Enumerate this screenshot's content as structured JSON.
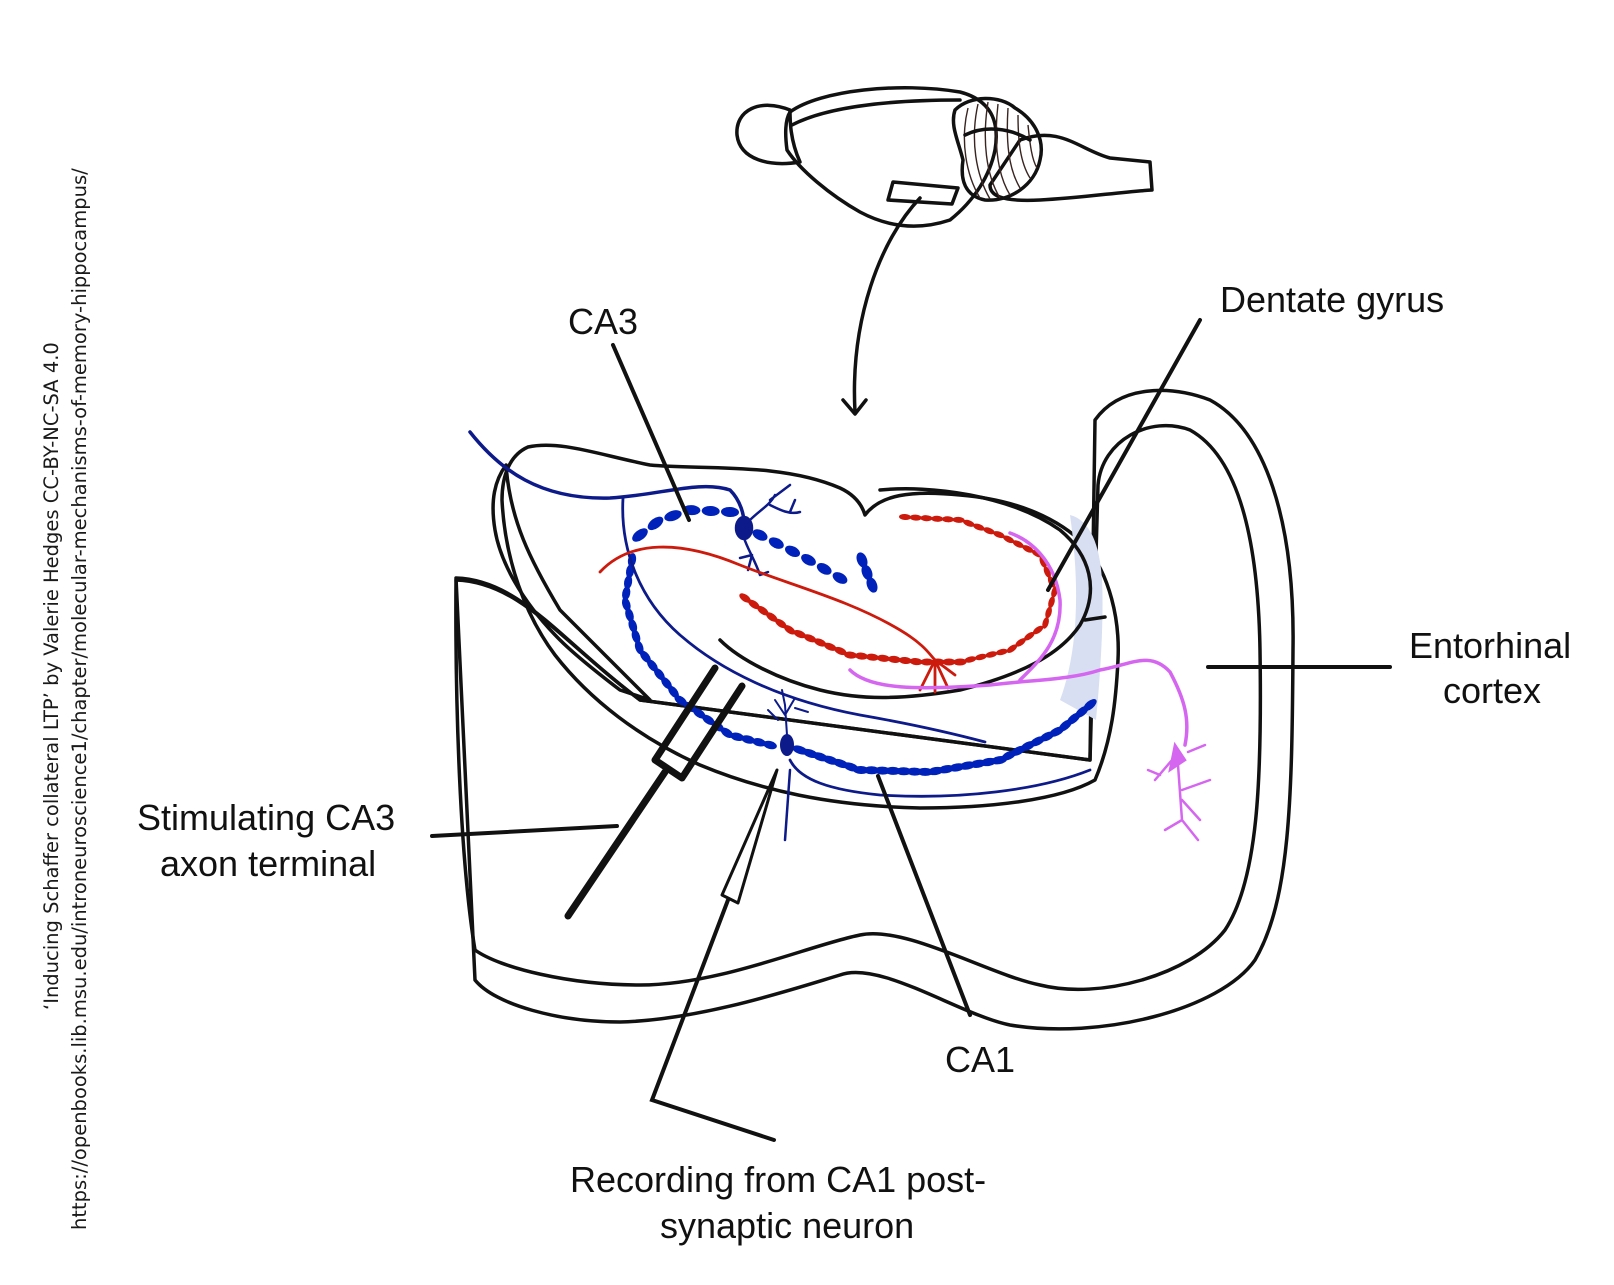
{
  "credit": {
    "line1": "‘Inducing Schaffer collateral LTP’ by Valerie Hedges CC-BY-NC-SA 4.0",
    "line2": "https://openbooks.lib.msu.edu/introneuroscience1/chapter/molecular-mechanisms-of-memory-hippocampus/"
  },
  "labels": {
    "ca3": "CA3",
    "dentate_gyrus": "Dentate gyrus",
    "entorhinal_line1": "Entorhinal",
    "entorhinal_line2": "cortex",
    "stimulating_line1": "Stimulating CA3",
    "stimulating_line2": "axon terminal",
    "ca1": "CA1",
    "recording_line1": "Recording from CA1 post-",
    "recording_line2": "synaptic neuron"
  },
  "colors": {
    "brain": "#f8d6cf",
    "slice_gray": "#d6d8e2",
    "hippocampus": "#d5e2ec",
    "hippocampus_side": "#b8c6d6",
    "tissue": "#f2f2f0",
    "cortex_band": "#ddd0df",
    "ca_neurons": "#0022bb",
    "dg_neurons": "#cc1a0d",
    "entorhinal_neuron": "#d566f0",
    "axon_blue": "#0d1a8a"
  }
}
